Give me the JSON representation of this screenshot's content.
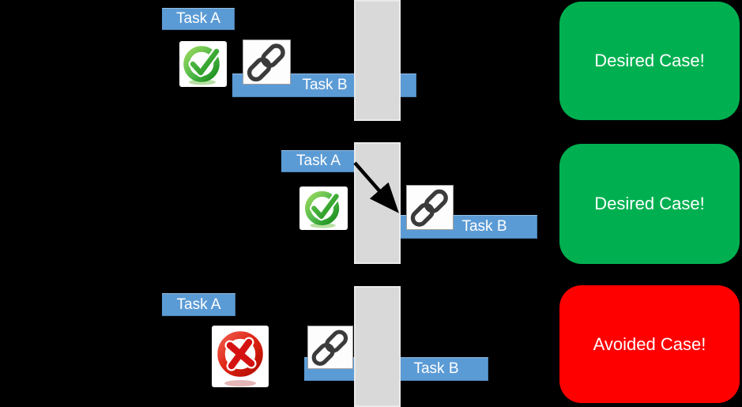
{
  "diagram": {
    "rows": [
      {
        "task_a": "Task A",
        "task_b": "Task B",
        "status_icon": "check-icon",
        "link_icon": "chain-link-icon",
        "case": {
          "label": "Desired Case!",
          "color": "#00B050"
        }
      },
      {
        "task_a": "Task A",
        "task_b": "Task B",
        "status_icon": "check-icon",
        "link_icon": "chain-link-icon",
        "arrow_icon": "dependency-arrow",
        "case": {
          "label": "Desired Case!",
          "color": "#00B050"
        }
      },
      {
        "task_a": "Task A",
        "task_b": "Task B",
        "status_icon": "cross-icon",
        "link_icon": "chain-link-icon",
        "case": {
          "label": "Avoided Case!",
          "color": "#FF0000"
        }
      }
    ],
    "colors": {
      "background": "#000000",
      "task_bar_blue": "#5B9BD5",
      "milestone_column_gray": "#D9D9D9",
      "desired_green": "#00B050",
      "avoided_red": "#FF0000",
      "label_text": "#FFFFFF",
      "chain_glyph": "#3B3B3B"
    }
  }
}
